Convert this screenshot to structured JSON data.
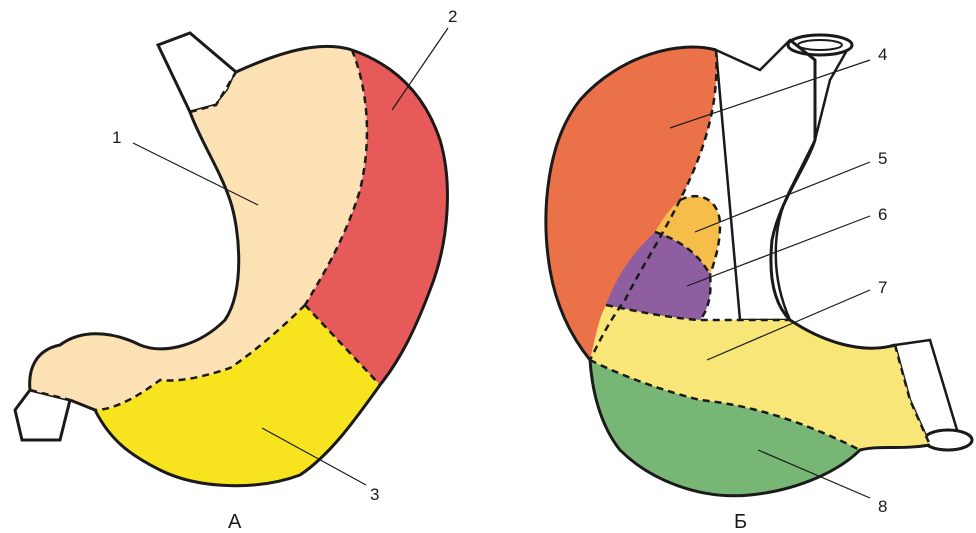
{
  "labels": {
    "l1": "1",
    "l2": "2",
    "l3": "3",
    "l4": "4",
    "l5": "5",
    "l6": "6",
    "l7": "7",
    "l8": "8"
  },
  "captions": {
    "left": "А",
    "right": "Б"
  },
  "colors": {
    "light_peach": "#fbe1b3",
    "red": "#e65a59",
    "yellow": "#f7e31e",
    "orange": "#ea7148",
    "light_orange": "#f6bd4a",
    "purple": "#8e5ea1",
    "pale_yellow": "#f9e679",
    "green": "#77b674",
    "outline": "#1a1a1a"
  }
}
